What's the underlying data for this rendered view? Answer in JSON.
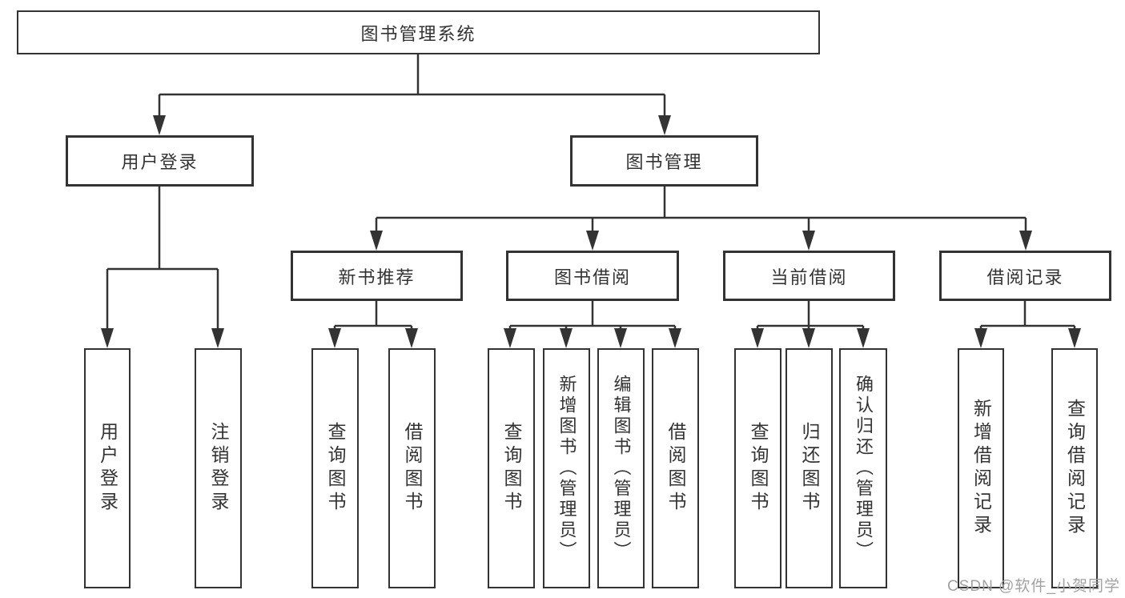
{
  "nodes": {
    "root": {
      "label": "图书管理系统"
    },
    "level2": [
      {
        "label": "用户登录"
      },
      {
        "label": "图书管理"
      }
    ],
    "level3": [
      {
        "label": "新书推荐"
      },
      {
        "label": "图书借阅"
      },
      {
        "label": "当前借阅"
      },
      {
        "label": "借阅记录"
      }
    ],
    "leaves_user_login": [
      {
        "label": "用户登录"
      },
      {
        "label": "注销登录"
      }
    ],
    "leaves_new_rec": [
      {
        "label": "查询图书"
      },
      {
        "label": "借阅图书"
      }
    ],
    "leaves_borrow": [
      {
        "label": "查询图书"
      },
      {
        "label": "新增图书（管理员）"
      },
      {
        "label": "编辑图书（管理员）"
      },
      {
        "label": "借阅图书"
      }
    ],
    "leaves_current": [
      {
        "label": "查询图书"
      },
      {
        "label": "归还图书"
      },
      {
        "label": "确认归还（管理员）"
      }
    ],
    "leaves_records": [
      {
        "label": "新增借阅记录"
      },
      {
        "label": "查询借阅记录"
      }
    ]
  },
  "watermark": {
    "text": "CSDN @软件_小贺同学"
  },
  "colors": {
    "line": "#333333",
    "text": "#333333",
    "background": "#ffffff",
    "watermark": "#a2a2a2"
  }
}
